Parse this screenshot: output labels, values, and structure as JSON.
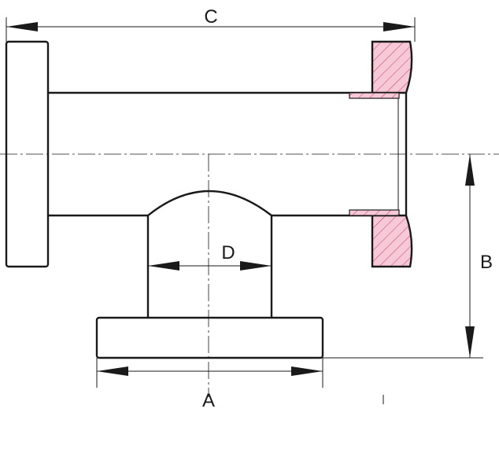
{
  "dimensions": {
    "a_label": "A",
    "b_label": "B",
    "c_label": "C",
    "d_label": "D"
  },
  "colors": {
    "line": "#1a1a1a",
    "section_fill": "#f7c8d8",
    "section_hatch": "#c0405a"
  }
}
